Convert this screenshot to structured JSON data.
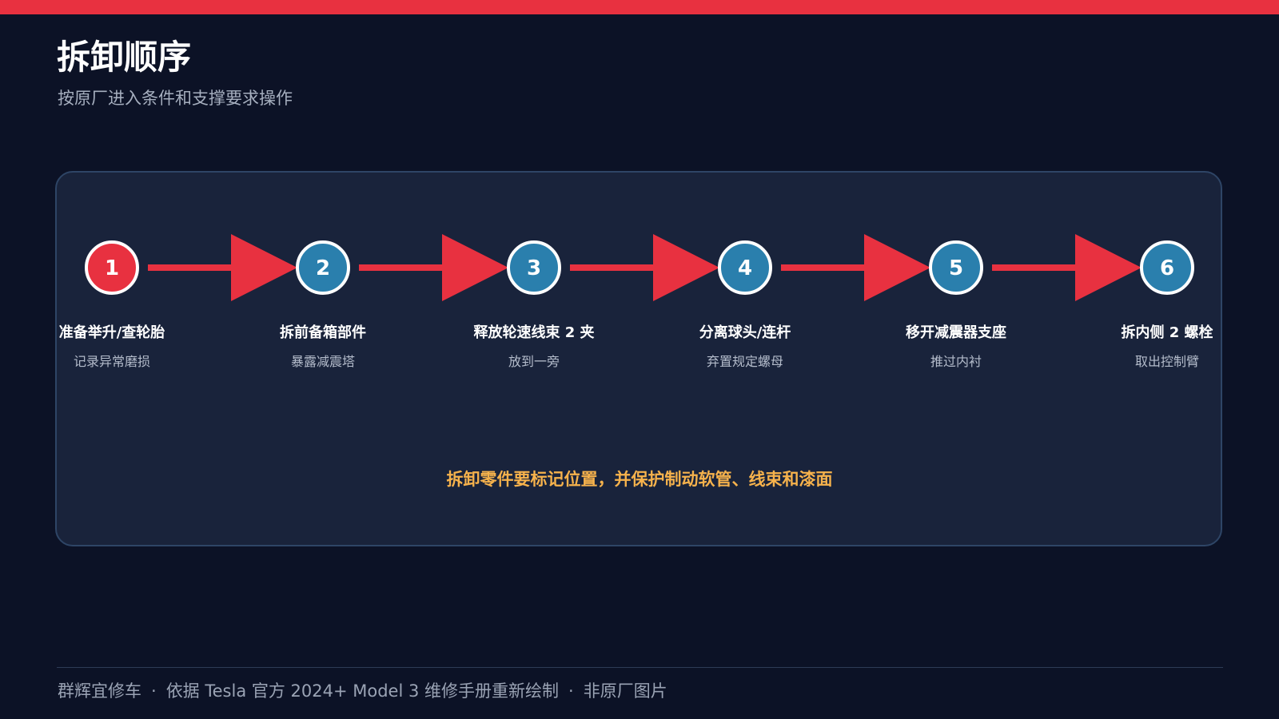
{
  "header": {
    "title": "拆卸顺序",
    "subtitle": "按原厂进入条件和支撑要求操作"
  },
  "colors": {
    "accent_red": "#e83140",
    "step_blue": "#2a7fad",
    "callout_orange": "#f6b24c"
  },
  "steps": [
    {
      "number": "1",
      "title": "准备举升/查轮胎",
      "sub": "记录异常磨损",
      "highlight": true
    },
    {
      "number": "2",
      "title": "拆前备箱部件",
      "sub": "暴露减震塔",
      "highlight": false
    },
    {
      "number": "3",
      "title": "释放轮速线束 2 夹",
      "sub": "放到一旁",
      "highlight": false
    },
    {
      "number": "4",
      "title": "分离球头/连杆",
      "sub": "弃置规定螺母",
      "highlight": false
    },
    {
      "number": "5",
      "title": "移开减震器支座",
      "sub": "推过内衬",
      "highlight": false
    },
    {
      "number": "6",
      "title": "拆内侧 2 螺栓",
      "sub": "取出控制臂",
      "highlight": false
    }
  ],
  "callout": "拆卸零件要标记位置，并保护制动软管、线束和漆面",
  "footer": {
    "brand": "群辉宜修车",
    "separator": "·",
    "source": "依据 Tesla 官方 2024+ Model 3 维修手册重新绘制",
    "note": "非原厂图片"
  }
}
